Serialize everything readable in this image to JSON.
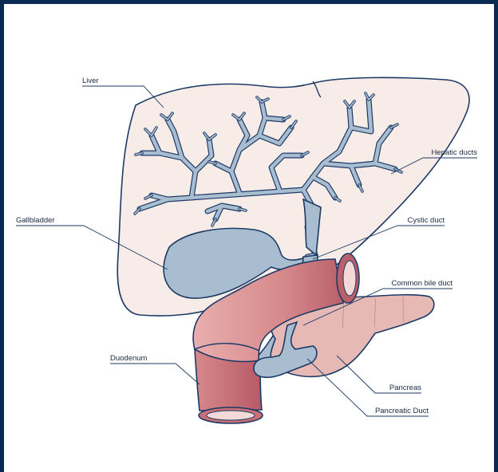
{
  "labels": {
    "liver": "Liver",
    "hepatic_ducts": "Hepatic ducts",
    "gallbladder": "Gallbladder",
    "cystic_duct": "Cystic duct",
    "common_bile_duct": "Common bile duct",
    "duodenum": "Duodenum",
    "pancreas": "Pancreas",
    "pancreatic_duct": "Pancreatic Duct"
  },
  "colors": {
    "frame": "#0b2a52",
    "outline": "#1d3a66",
    "liver_fill": "#f8ece8",
    "duct_fill": "#a9bdd1",
    "duodenum_fill": "#d58a8c",
    "pancreas_fill": "#e7b9b5"
  }
}
